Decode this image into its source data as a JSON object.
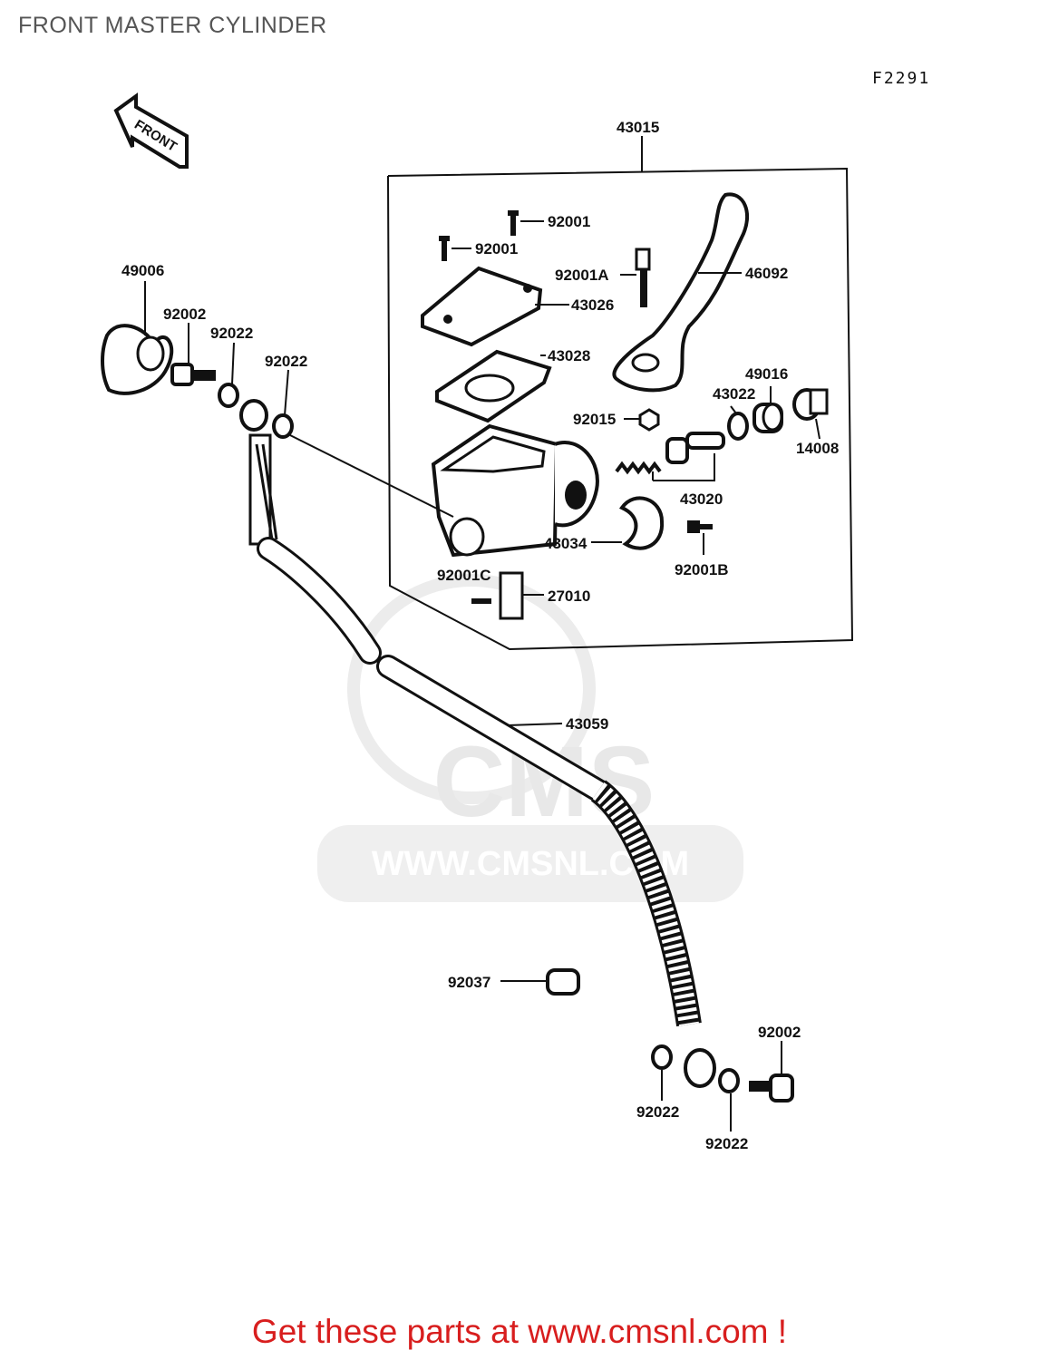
{
  "header": {
    "title": "FRONT MASTER CYLINDER",
    "diagram_code": "F2291"
  },
  "direction_arrow": {
    "label": "FRONT"
  },
  "watermark": {
    "brand": "CMS",
    "url": "WWW.CMSNL.COM"
  },
  "parts": {
    "p43015": "43015",
    "p92001_a": "92001",
    "p92001_b": "92001",
    "p92001A": "92001A",
    "p46092": "46092",
    "p43026": "43026",
    "p43028": "43028",
    "p49016": "49016",
    "p43022": "43022",
    "p92015": "92015",
    "p14008": "14008",
    "p43020": "43020",
    "p43034": "43034",
    "p92001B": "92001B",
    "p92001C": "92001C",
    "p27010": "27010",
    "p49006": "49006",
    "p92002_top": "92002",
    "p92022_a": "92022",
    "p92022_b": "92022",
    "p43059": "43059",
    "p92037": "92037",
    "p92002_bottom": "92002",
    "p92022_c": "92022",
    "p92022_d": "92022"
  },
  "footer": {
    "text": "Get these parts at www.cmsnl.com !"
  }
}
